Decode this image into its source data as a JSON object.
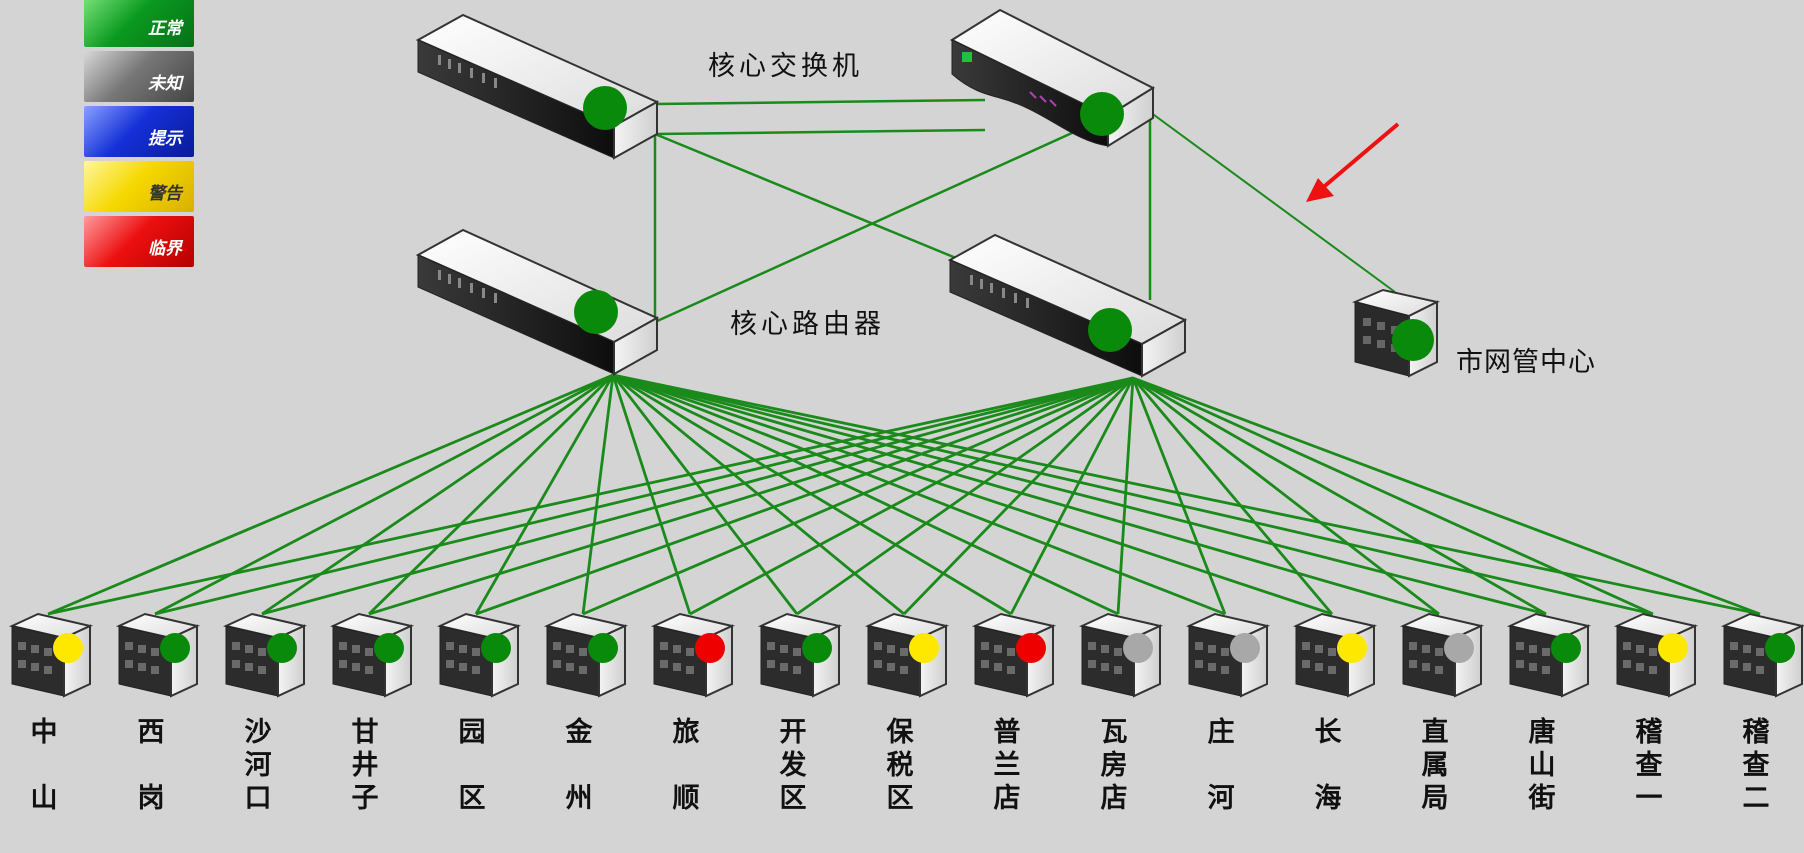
{
  "legend": [
    {
      "label": "正常",
      "status": "normal",
      "color": "#0a9a20"
    },
    {
      "label": "未知",
      "status": "unknown",
      "color": "#777777"
    },
    {
      "label": "提示",
      "status": "info",
      "color": "#1530d8"
    },
    {
      "label": "警告",
      "status": "warning",
      "color": "#f6d800"
    },
    {
      "label": "临界",
      "status": "critical",
      "color": "#ec1010"
    }
  ],
  "labels": {
    "core_switch": "核心交换机",
    "core_router": "核心路由器",
    "city_center": "市网管中心"
  },
  "status_colors": {
    "green": "#0a8a0a",
    "yellow": "#ffe800",
    "red": "#ee0000",
    "gray": "#a8a8a8"
  },
  "sites": [
    {
      "chars": [
        "中",
        "",
        "山"
      ],
      "status": "yellow"
    },
    {
      "chars": [
        "西",
        "",
        "岗"
      ],
      "status": "green"
    },
    {
      "chars": [
        "沙",
        "河",
        "口"
      ],
      "status": "green"
    },
    {
      "chars": [
        "甘",
        "井",
        "子"
      ],
      "status": "green"
    },
    {
      "chars": [
        "园",
        "",
        "区"
      ],
      "status": "green"
    },
    {
      "chars": [
        "金",
        "",
        "州"
      ],
      "status": "green"
    },
    {
      "chars": [
        "旅",
        "",
        "顺"
      ],
      "status": "red"
    },
    {
      "chars": [
        "开",
        "发",
        "区"
      ],
      "status": "green"
    },
    {
      "chars": [
        "保",
        "税",
        "区"
      ],
      "status": "yellow"
    },
    {
      "chars": [
        "普",
        "兰",
        "店"
      ],
      "status": "red"
    },
    {
      "chars": [
        "瓦",
        "房",
        "店"
      ],
      "status": "gray"
    },
    {
      "chars": [
        "庄",
        "",
        "河"
      ],
      "status": "gray"
    },
    {
      "chars": [
        "长",
        "",
        "海"
      ],
      "status": "yellow"
    },
    {
      "chars": [
        "直",
        "属",
        "局"
      ],
      "status": "gray"
    },
    {
      "chars": [
        "唐",
        "山",
        "街"
      ],
      "status": "green"
    },
    {
      "chars": [
        "稽",
        "查",
        "一"
      ],
      "status": "yellow"
    },
    {
      "chars": [
        "稽",
        "查",
        "二"
      ],
      "status": "green"
    }
  ]
}
